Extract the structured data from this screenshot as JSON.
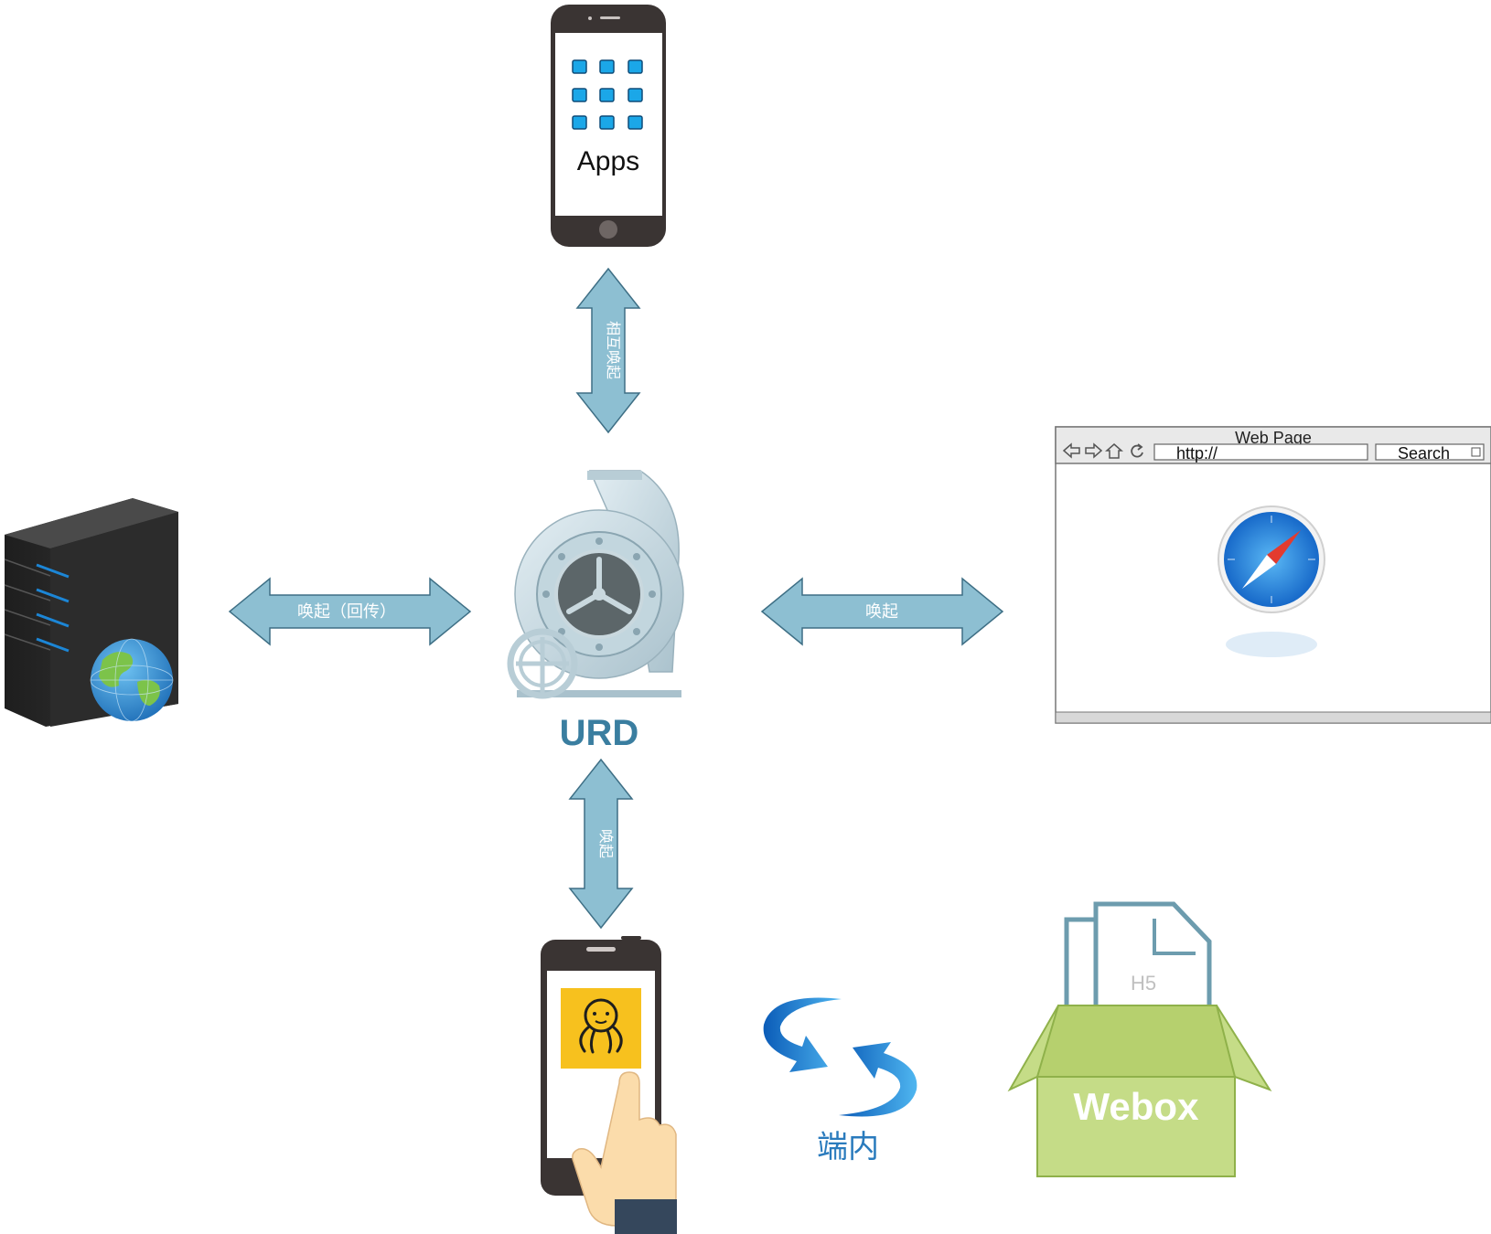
{
  "center": {
    "label": "URD"
  },
  "top_phone": {
    "label": "Apps"
  },
  "arrows": {
    "top": "相互唤起",
    "left": "唤起（回传）",
    "right": "唤起",
    "bottom": "唤起"
  },
  "browser": {
    "title": "Web Page",
    "url_text": "http://",
    "search_label": "Search"
  },
  "sync": {
    "label": "端内"
  },
  "webox": {
    "doc_label": "H5",
    "box_label": "Webox"
  },
  "colors": {
    "arrow_fill": "#8dbfd2",
    "arrow_stroke": "#3e6f85",
    "urd_text": "#3a7ea0",
    "sync_text": "#2a7bbd",
    "box_green": "#c5dc87",
    "app_tile": "#1ba7e8"
  }
}
